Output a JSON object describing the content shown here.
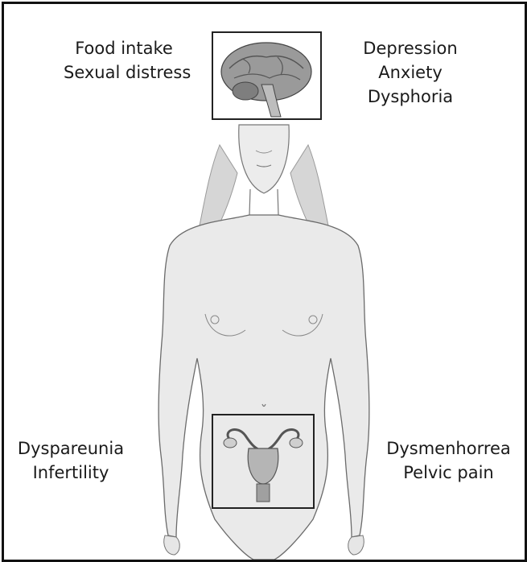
{
  "labels": {
    "top_left": [
      "Food intake",
      "Sexual distress"
    ],
    "top_right": [
      "Depression",
      "Anxiety",
      "Dysphoria"
    ],
    "bottom_left": [
      "Dyspareunia",
      "Infertility"
    ],
    "bottom_right": [
      "Dysmenhorrea",
      "Pelvic pain"
    ]
  },
  "colors": {
    "border": "#111111",
    "skin_fill": "#e9e9e9",
    "skin_stroke": "#6b6b6b",
    "hair": "#cfcfcf",
    "brain": "#8a8a8a",
    "uterus": "#b5b5b5"
  },
  "icons": {
    "brain": "brain-icon",
    "uterus": "uterus-icon"
  }
}
